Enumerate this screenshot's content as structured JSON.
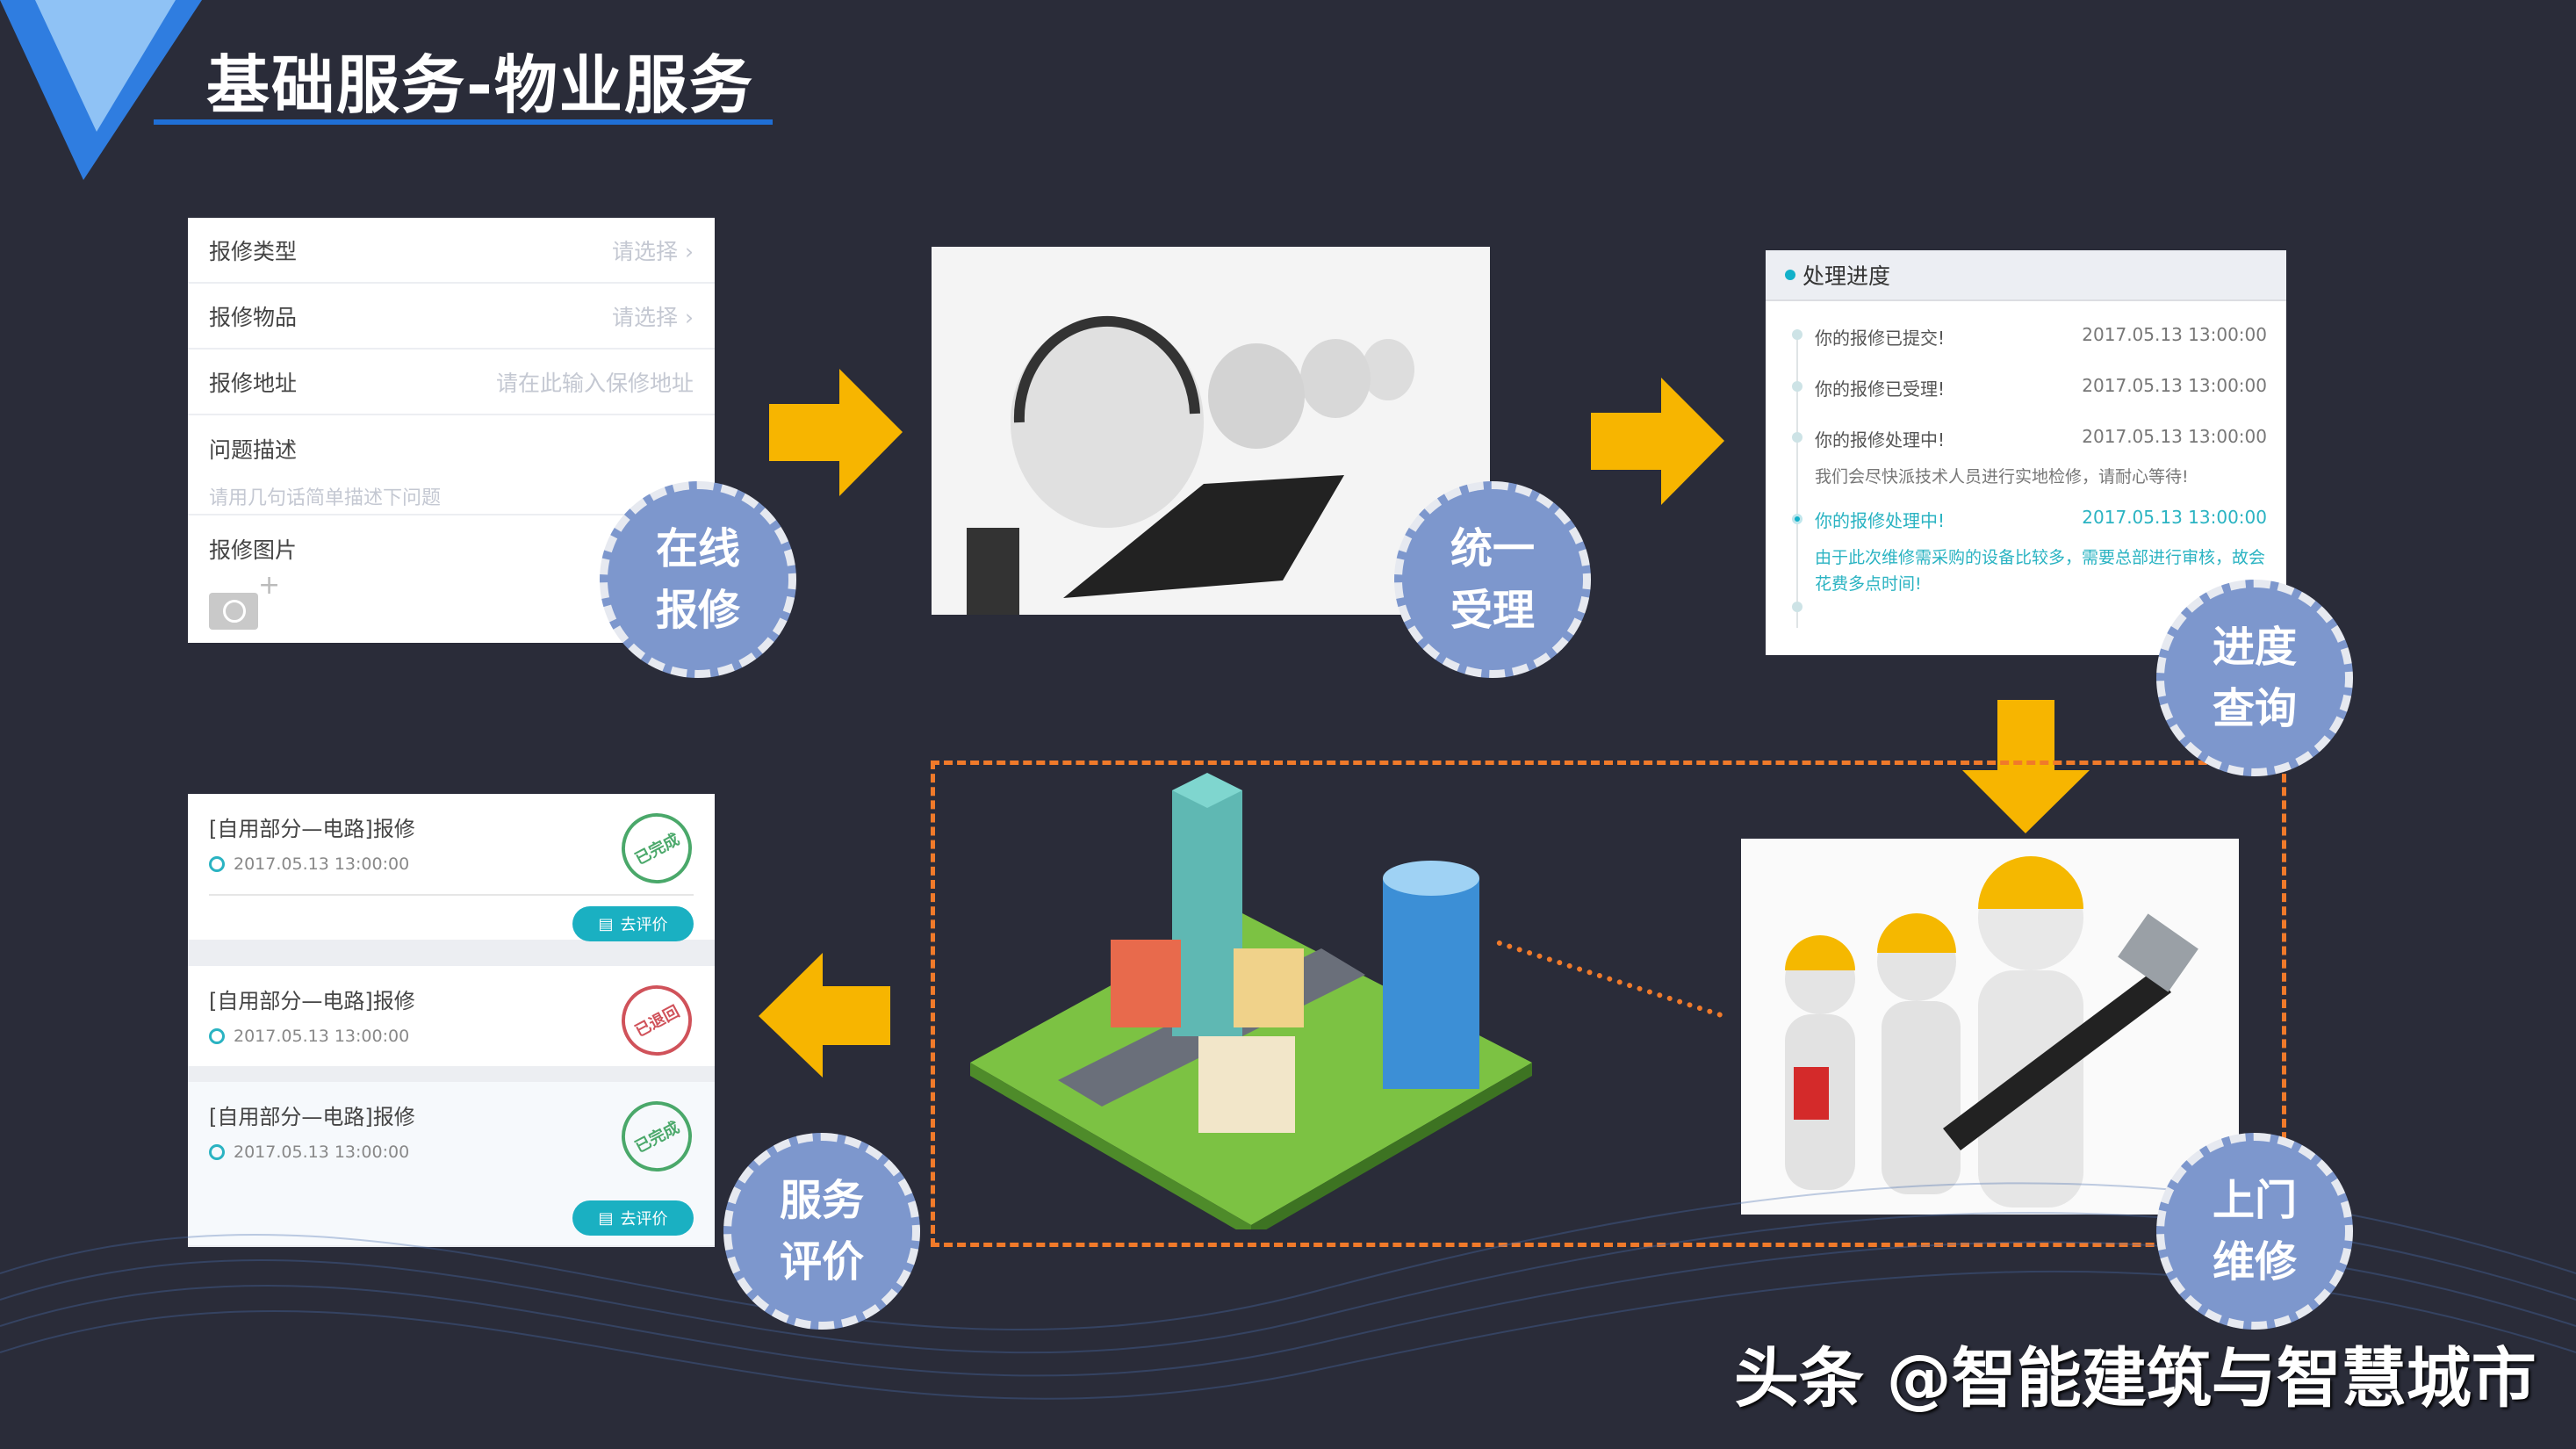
{
  "title": "基础服务-物业服务",
  "form": {
    "rows": [
      {
        "label": "报修类型",
        "value": "请选择"
      },
      {
        "label": "报修物品",
        "value": "请选择"
      },
      {
        "label": "报修地址",
        "value": "请在此输入保修地址"
      }
    ],
    "desc_label": "问题描述",
    "desc_placeholder": "请用几句话简单描述下问题",
    "photo_label": "报修图片"
  },
  "progress": {
    "header": "处理进度",
    "items": [
      {
        "text": "你的报修已提交!",
        "time": "2017.05.13 13:00:00"
      },
      {
        "text": "你的报修已受理!",
        "time": "2017.05.13 13:00:00"
      },
      {
        "text": "你的报修处理中!",
        "time": "2017.05.13 13:00:00",
        "detail": "我们会尽快派技术人员进行实地检修，请耐心等待!"
      },
      {
        "text": "你的报修处理中!",
        "time": "2017.05.13 13:00:00",
        "detail": "由于此次维修需采购的设备比较多，需要总部进行审核，故会花费多点时间!"
      }
    ]
  },
  "orders": [
    {
      "title": "[自用部分—电路]报修",
      "time": "2017.05.13 13:00:00",
      "stamp": "已完成",
      "button": "去评价"
    },
    {
      "title": "[自用部分—电路]报修",
      "time": "2017.05.13 13:00:00",
      "stamp": "已退回"
    },
    {
      "title": "[自用部分—电路]报修",
      "time": "2017.05.13 13:00:00",
      "stamp": "已完成",
      "button": "去评价"
    }
  ],
  "badges": {
    "online": [
      "在线",
      "报修"
    ],
    "accept": [
      "统一",
      "受理"
    ],
    "query": [
      "进度",
      "查询"
    ],
    "repair": [
      "上门",
      "维修"
    ],
    "review": [
      "服务",
      "评价"
    ]
  },
  "watermark": "头条 @智能建筑与智慧城市",
  "colors": {
    "accent": "#1ab0c2",
    "arrow": "#f7b500",
    "badge": "#7d97cd",
    "dashed": "#f07a2a"
  }
}
